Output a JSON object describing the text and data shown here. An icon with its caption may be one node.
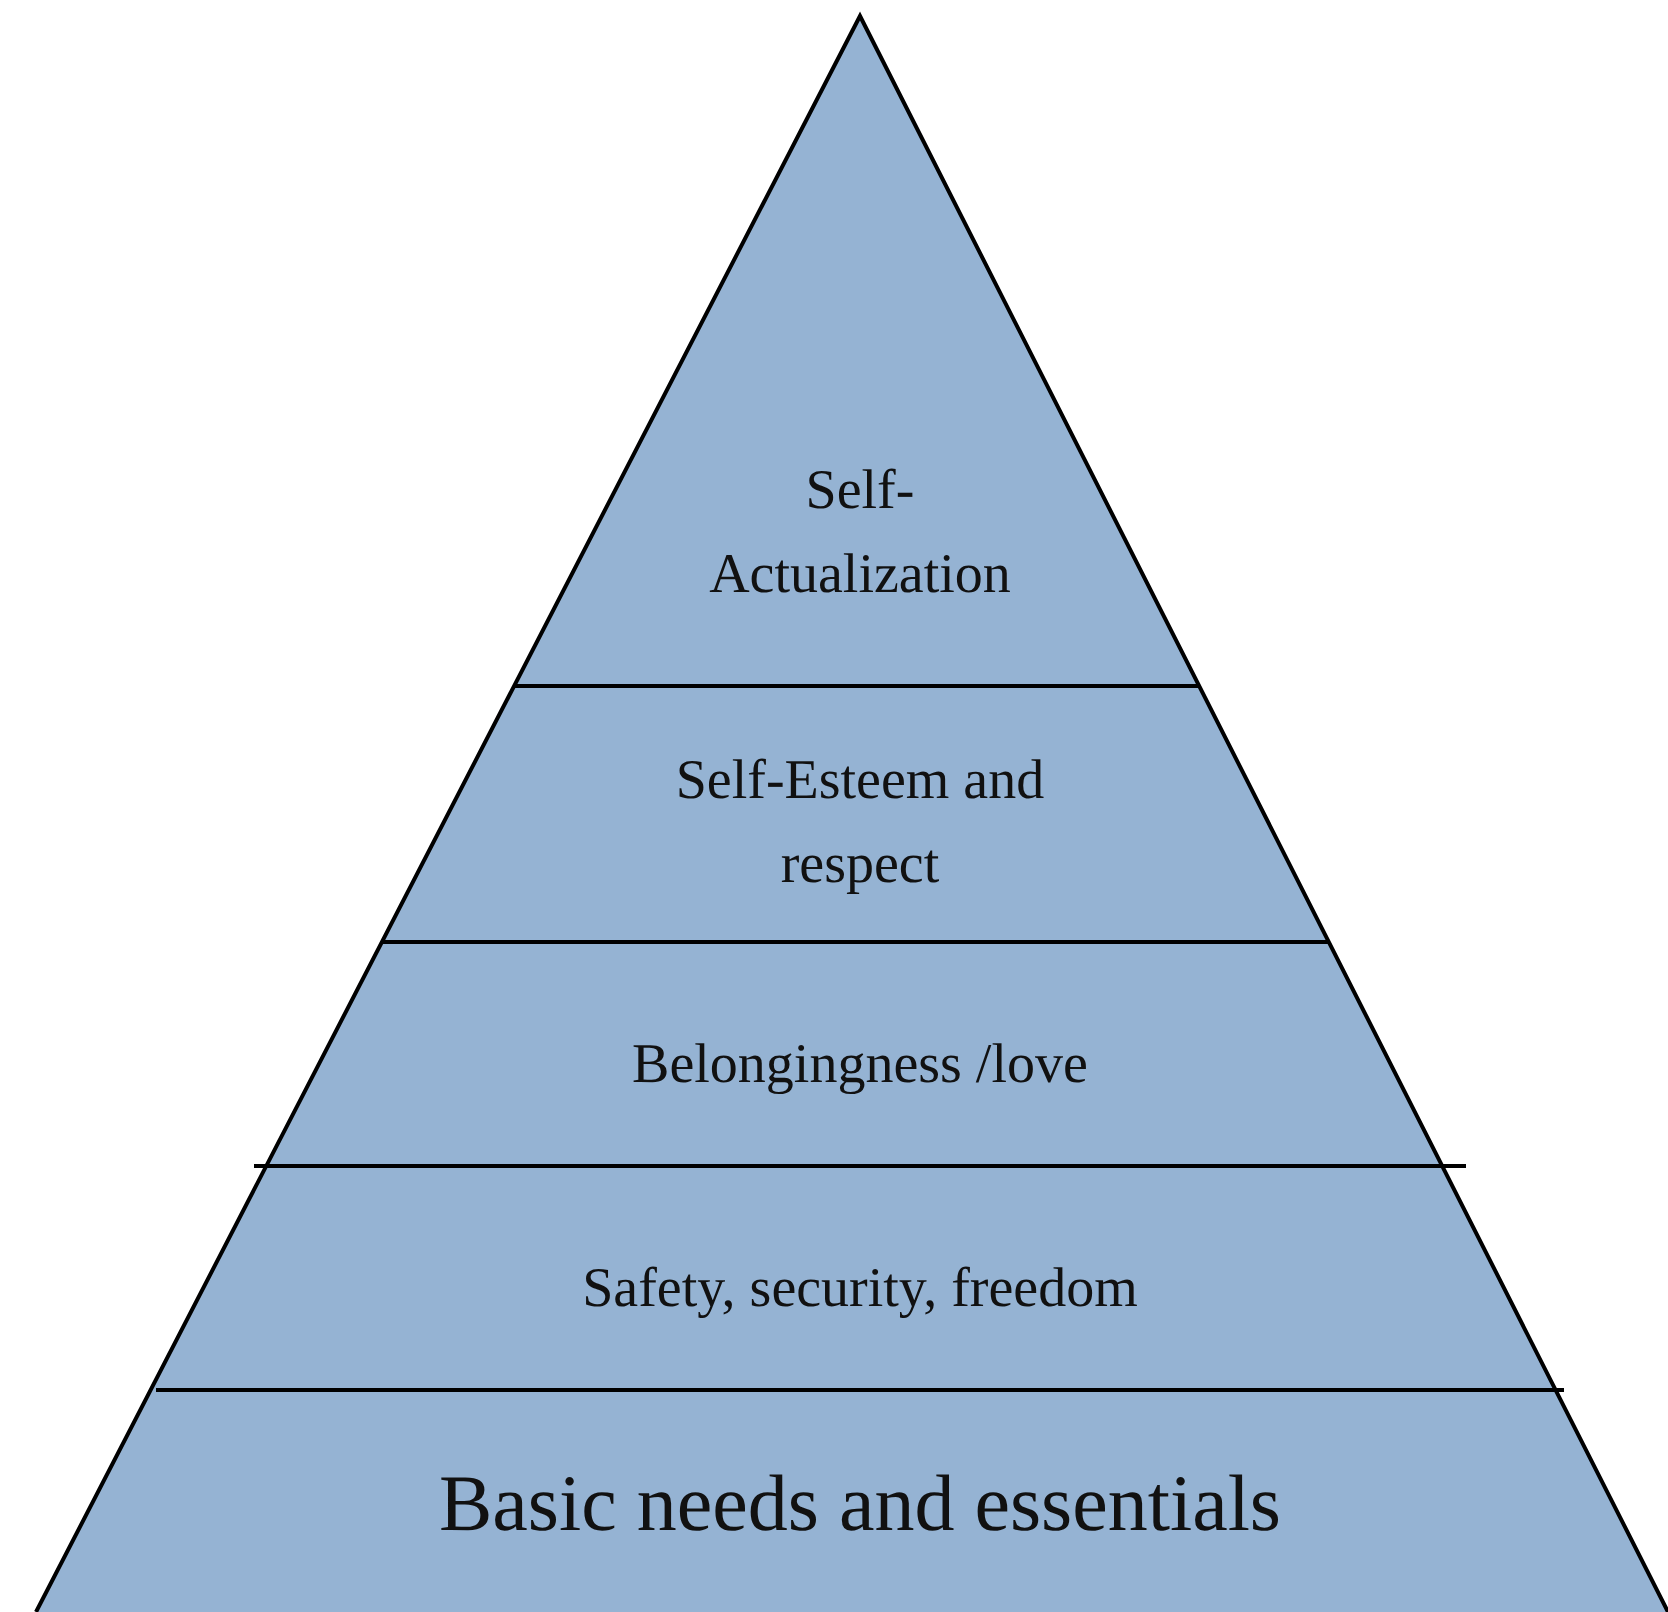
{
  "diagram": {
    "nodes": [
      {
        "text": [
          "Self-Actualization"
        ]
      },
      {
        "text": [
          "Self-Esteem and respect"
        ]
      },
      {
        "text": [
          "Belongingness /love"
        ]
      },
      {
        "text": [
          "Safety, security, freedom"
        ]
      },
      {
        "text": [
          "Basic needs and essentials"
        ]
      }
    ]
  }
}
